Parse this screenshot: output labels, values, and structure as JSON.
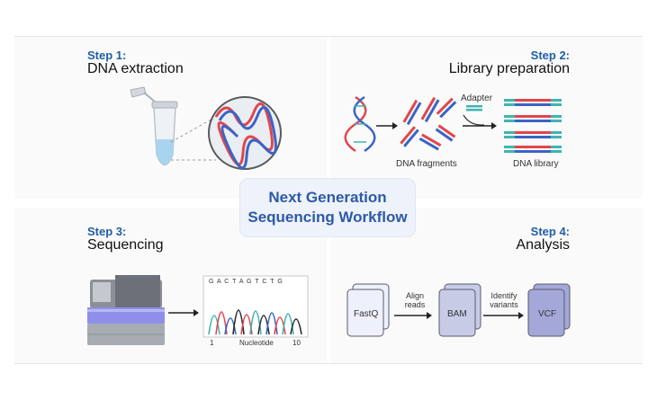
{
  "title": {
    "line1": "Next Generation",
    "line2": "Sequencing Workflow"
  },
  "steps": [
    {
      "number": "Step 1:",
      "title": "DNA extraction"
    },
    {
      "number": "Step 2:",
      "title": "Library preparation"
    },
    {
      "number": "Step 3:",
      "title": "Sequencing"
    },
    {
      "number": "Step 4:",
      "title": "Analysis"
    }
  ],
  "library": {
    "adapter_label": "Adapter",
    "fragments_label": "DNA fragments",
    "library_label": "DNA library"
  },
  "sequencing": {
    "bases": "G A C T A G T C T G",
    "axis_start": "1",
    "axis_label": "Nucleotide",
    "axis_end": "10"
  },
  "analysis": {
    "file1": "FastQ",
    "step1_line1": "Align",
    "step1_line2": "reads",
    "file2": "BAM",
    "step2_line1": "Identify",
    "step2_line2": "variants",
    "file3": "VCF"
  },
  "colors": {
    "step_blue": "#1f5ea8",
    "title_blue": "#2d5aa6",
    "dna_red": "#e0464c",
    "dna_blue": "#3a64c8",
    "dna_teal": "#3fb5b0"
  }
}
